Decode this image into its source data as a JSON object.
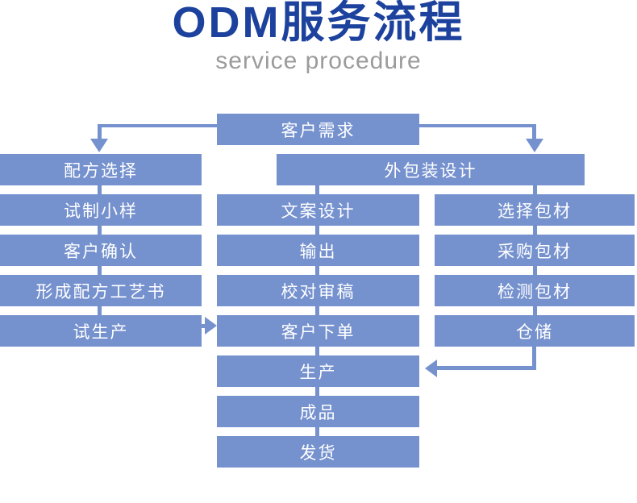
{
  "header": {
    "title": "ODM服务流程",
    "subtitle": "service procedure"
  },
  "colors": {
    "box_blue": "#7591ce",
    "title_blue": "#1d429e",
    "subtitle_gray": "#9b9b9b",
    "box_text": "#ffffff",
    "background": "#ffffff"
  },
  "flowchart": {
    "top": {
      "customer_need": "客户需求"
    },
    "left_column": [
      "配方选择",
      "试制小样",
      "客户确认",
      "形成配方工艺书",
      "试生产"
    ],
    "packaging_header": "外包装设计",
    "middle_column": [
      "文案设计",
      "输出",
      "校对审稿",
      "客户下单",
      "生产",
      "成品",
      "发货"
    ],
    "right_column": [
      "选择包材",
      "采购包材",
      "检测包材",
      "仓储"
    ]
  }
}
